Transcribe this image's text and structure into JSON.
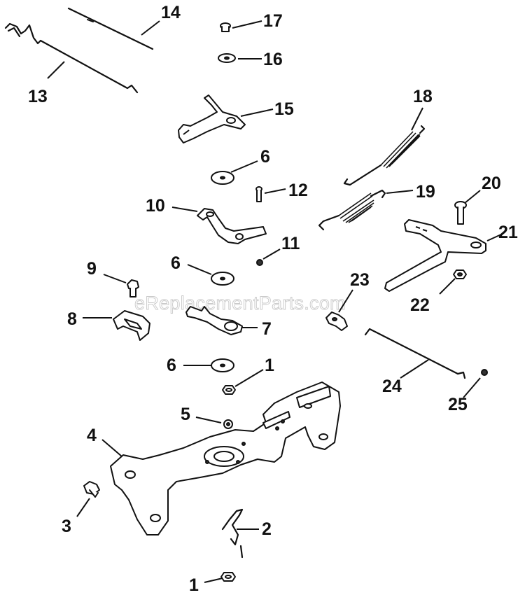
{
  "watermark": "eReplacementParts.com",
  "callouts": {
    "c1a": "1",
    "c1b": "1",
    "c2": "2",
    "c3": "3",
    "c4": "4",
    "c5": "5",
    "c6a": "6",
    "c6b": "6",
    "c6c": "6",
    "c7": "7",
    "c8": "8",
    "c9": "9",
    "c10": "10",
    "c11": "11",
    "c12": "12",
    "c13": "13",
    "c14": "14",
    "c15": "15",
    "c16": "16",
    "c17": "17",
    "c18": "18",
    "c19": "19",
    "c20": "20",
    "c21": "21",
    "c22": "22",
    "c23": "23",
    "c24": "24",
    "c25": "25"
  }
}
